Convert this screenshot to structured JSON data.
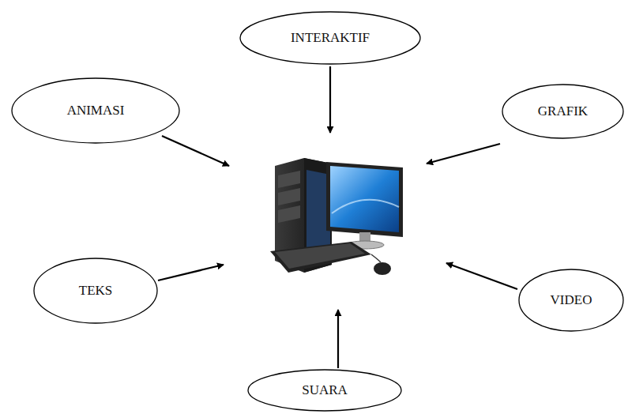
{
  "diagram": {
    "nodes": [
      {
        "text": [
          "INTERAKTIF"
        ]
      },
      {
        "text": [
          "ANIMASI"
        ]
      },
      {
        "text": [
          "GRAFIK"
        ]
      },
      {
        "text": [
          "TEKS"
        ]
      },
      {
        "text": [
          "VIDEO"
        ]
      },
      {
        "text": [
          "SUARA"
        ]
      }
    ]
  }
}
